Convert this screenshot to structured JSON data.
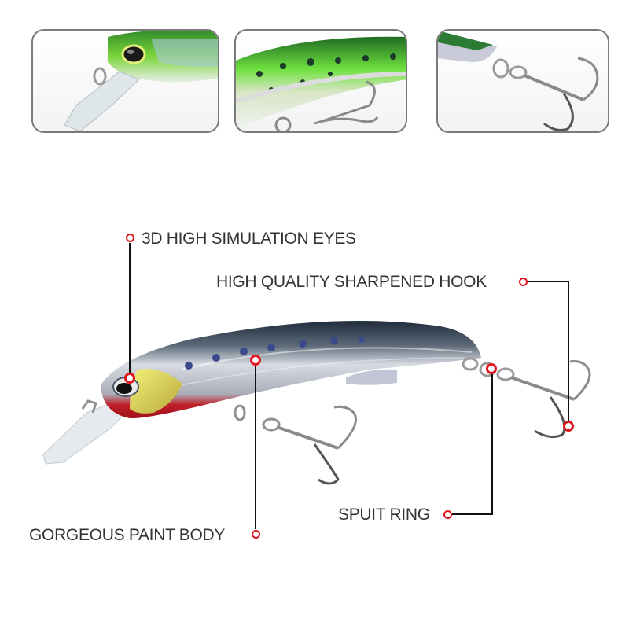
{
  "thumbnails": [
    {
      "name": "lip-and-eye-closeup",
      "subject": "green mackerel lure head with clear diving lip"
    },
    {
      "name": "body-paint-closeup",
      "subject": "green mackerel pattern body with treble hook"
    },
    {
      "name": "tail-hook-closeup",
      "subject": "tail split ring and treble hook"
    }
  ],
  "callouts": {
    "eyes": {
      "label": "3D HIGH SIMULATION EYES"
    },
    "hook": {
      "label": "HIGH QUALITY SHARPENED HOOK"
    },
    "body": {
      "label": "GORGEOUS PAINT BODY"
    },
    "ring": {
      "label": "SPUIT RING"
    }
  },
  "colors": {
    "callout_dot": "#e0141b",
    "leader_line": "#111111",
    "label_text": "#333333",
    "thumb_border": "#7a7a7a"
  }
}
